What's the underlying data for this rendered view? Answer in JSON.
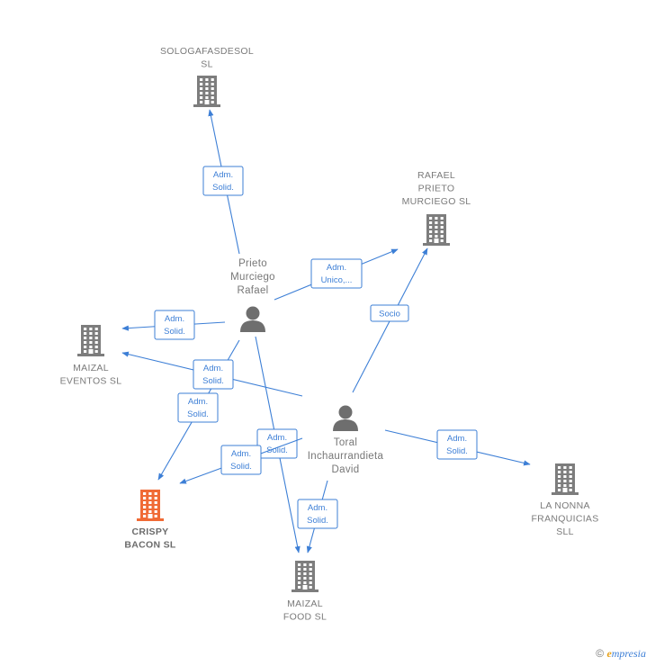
{
  "colors": {
    "edge": "#3d7fd6",
    "company_icon": "#7d7d7d",
    "highlight_icon": "#f06a35",
    "person_icon": "#6e6e6e"
  },
  "nodes": [
    {
      "id": "sologafasdesol",
      "kind": "company",
      "lines": [
        "SOLOGAFASDESOL",
        "SL"
      ],
      "icon": "building-icon"
    },
    {
      "id": "rafael-prieto",
      "kind": "company",
      "lines": [
        "RAFAEL",
        "PRIETO",
        "MURCIEGO  SL"
      ],
      "icon": "building-icon"
    },
    {
      "id": "maizal-eventos",
      "kind": "company",
      "lines": [
        "MAIZAL",
        "EVENTOS  SL"
      ],
      "icon": "building-icon"
    },
    {
      "id": "crispy-bacon",
      "kind": "company",
      "highlight": true,
      "lines": [
        "CRISPY",
        "BACON  SL"
      ],
      "icon": "building-icon"
    },
    {
      "id": "maizal-food",
      "kind": "company",
      "lines": [
        "MAIZAL",
        "FOOD  SL"
      ],
      "icon": "building-icon"
    },
    {
      "id": "la-nonna",
      "kind": "company",
      "lines": [
        "LA NONNA",
        "FRANQUICIAS",
        "SLL"
      ],
      "icon": "building-icon"
    },
    {
      "id": "prieto-person",
      "kind": "person",
      "lines": [
        "Prieto",
        "Murciego",
        "Rafael"
      ],
      "icon": "person-icon"
    },
    {
      "id": "toral-person",
      "kind": "person",
      "lines": [
        "Toral",
        "Inchaurrandieta",
        "David"
      ],
      "icon": "person-icon"
    }
  ],
  "edges": [
    {
      "id": "e1",
      "from": "prieto-person",
      "to": "sologafasdesol",
      "label": [
        "Adm.",
        "Solid."
      ]
    },
    {
      "id": "e2",
      "from": "prieto-person",
      "to": "rafael-prieto",
      "label": [
        "Adm.",
        "Unico,..."
      ]
    },
    {
      "id": "e3",
      "from": "prieto-person",
      "to": "maizal-eventos",
      "label": [
        "Adm.",
        "Solid."
      ]
    },
    {
      "id": "e4",
      "from": "prieto-person",
      "to": "crispy-bacon",
      "label": [
        "Adm.",
        "Solid."
      ]
    },
    {
      "id": "e5",
      "from": "prieto-person",
      "to": "maizal-food",
      "label": [
        "Adm.",
        "Solid."
      ]
    },
    {
      "id": "e6",
      "from": "toral-person",
      "to": "rafael-prieto",
      "label": [
        "Socio"
      ]
    },
    {
      "id": "e7",
      "from": "toral-person",
      "to": "maizal-eventos",
      "label": [
        "Adm.",
        "Solid."
      ]
    },
    {
      "id": "e8",
      "from": "toral-person",
      "to": "crispy-bacon",
      "label": [
        "Adm.",
        "Solid."
      ]
    },
    {
      "id": "e9",
      "from": "toral-person",
      "to": "maizal-food",
      "label": [
        "Adm.",
        "Solid."
      ]
    },
    {
      "id": "e10",
      "from": "toral-person",
      "to": "la-nonna",
      "label": [
        "Adm.",
        "Solid."
      ]
    }
  ],
  "footer": {
    "copyright_symbol": "©",
    "brand_initial": "e",
    "brand_rest": "mpresia"
  }
}
